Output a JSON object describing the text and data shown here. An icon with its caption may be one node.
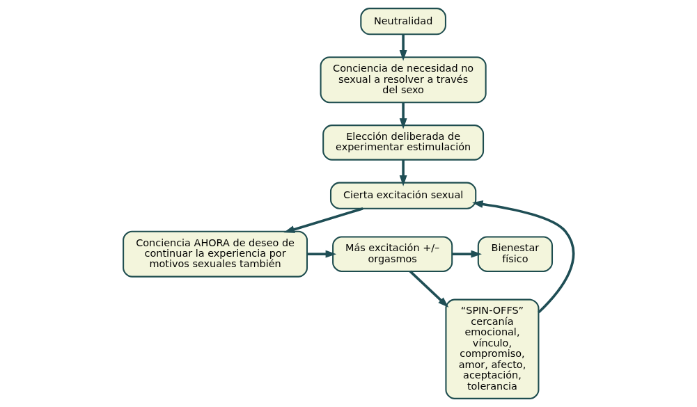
{
  "diagram": {
    "nodes": [
      {
        "text": [
          "Neutralidad"
        ]
      },
      {
        "text": [
          "Conciencia de necesidad no sexual a resolver a través del sexo"
        ]
      },
      {
        "text": [
          "Elección deliberada de experimentar estimulación"
        ]
      },
      {
        "text": [
          "Cierta excitación sexual"
        ]
      },
      {
        "text": [
          "Conciencia AHORA de deseo de continuar la experiencia por motivos sexuales también"
        ]
      },
      {
        "text": [
          "Más excitación +/– orgasmos"
        ]
      },
      {
        "text": [
          "Bienestar físico"
        ]
      },
      {
        "text": [
          "“SPIN-OFFS”",
          "cercanía emocional, vínculo, compromiso, amor, afecto, aceptación, tolerancia"
        ]
      }
    ],
    "edges": [
      {
        "from": 0,
        "to": 1,
        "arrow": "to"
      },
      {
        "from": 1,
        "to": 2,
        "arrow": "to"
      },
      {
        "from": 2,
        "to": 3,
        "arrow": "to"
      },
      {
        "from": 3,
        "to": 4,
        "arrow": "to"
      },
      {
        "from": 4,
        "to": 5,
        "arrow": "to"
      },
      {
        "from": 5,
        "to": 6,
        "arrow": "to"
      },
      {
        "from": 5,
        "to": 7,
        "arrow": "to"
      },
      {
        "from": 7,
        "to": 3,
        "arrow": "to"
      }
    ]
  }
}
